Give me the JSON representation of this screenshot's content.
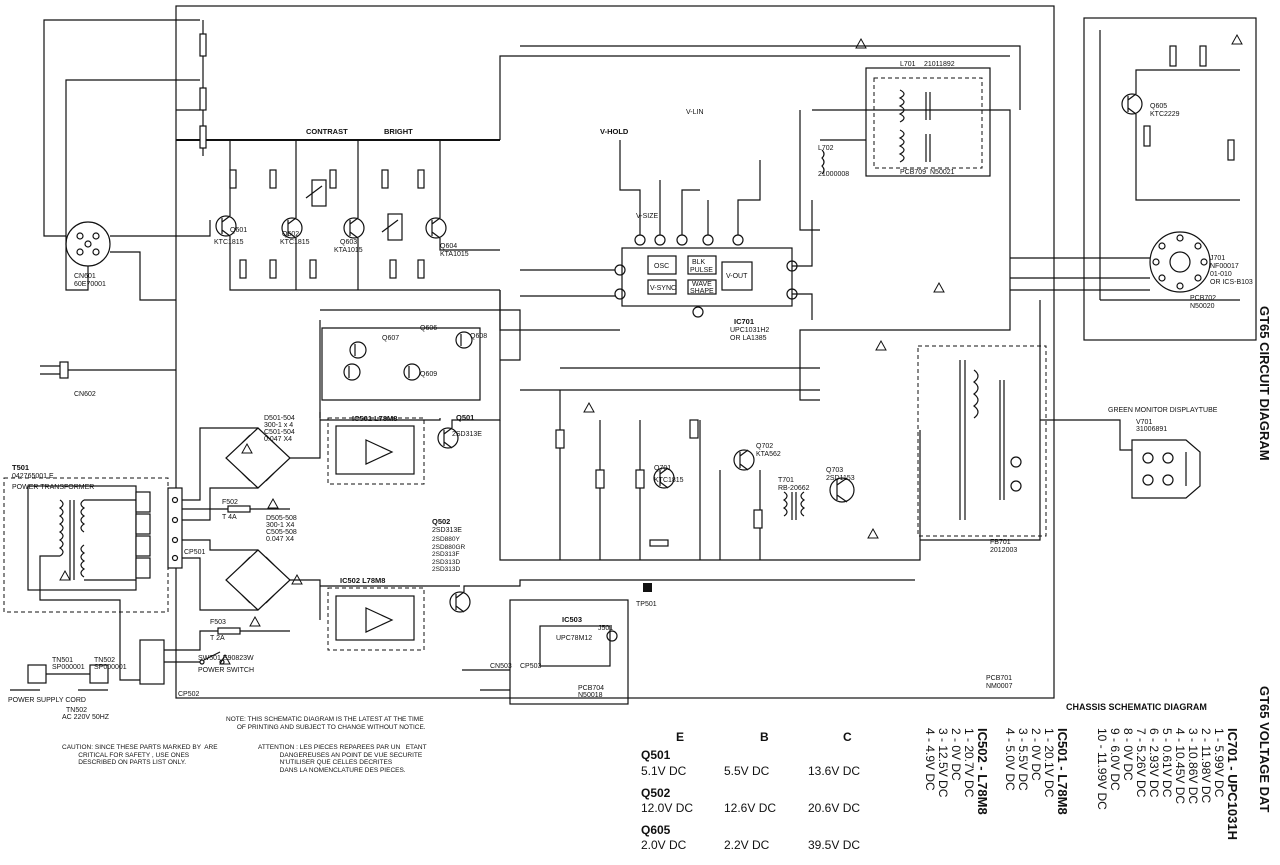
{
  "titles": {
    "circuit": "GT65 CIRCUIT DIAGRAM",
    "voltage": "GT65 VOLTAGE DAT",
    "chassis": "CHASSIS SCHEMATIC DIAGRAM"
  },
  "notes": {
    "note": "NOTE: THIS SCHEMATIC DIAGRAM IS THE LATEST AT THE TIME\n      OF PRINTING AND SUBJECT TO CHANGE WITHOUT NOTICE.",
    "caution": "CAUTION: SINCE THESE PARTS MARKED BY  ARE\n         CRITICAL FOR SAFETY , USE ONES\n         DESCRIBED ON PARTS LIST ONLY.",
    "attention": "ATTENTION : LES PIECES REPAREES PAR UN   ETANT\n            DANGEREUSES AN POINT DE VUE SECURITE\n            N'UTILISER QUE CELLES DECRITES\n            DANS LA NOMENCLATURE DES PIECES."
  },
  "components": {
    "t501": "T501",
    "t501_part": "042765001 E",
    "transformer": "POWER TRANSFORMER",
    "cn501": "TN501",
    "cn501_part": "SP000001",
    "cn502": "TN502",
    "cn502_part": "SP000001",
    "power_cord": "POWER SUPPLY CORD",
    "power_input": "AC 220V 50HZ",
    "cp501": "CP501",
    "cp502": "CP502",
    "d501": "D501-504",
    "d501_a": "300-1 x 4",
    "c501": "C501-504",
    "c501_a": "0.047 X4",
    "d505": "D505-508",
    "d505_a": "300-1 X4",
    "c505": "C505-508",
    "c505_a": "0.047 X4",
    "f502": "F502",
    "f502_a": "T 4A",
    "f503": "F503",
    "f503_a": "T 2A",
    "sw501": "SW501 E90823W",
    "sw501_a": "POWER SWITCH",
    "ic501": "IC501 L78M8",
    "ic502": "IC502 L78M8",
    "ic503": "IC503",
    "ic503_part": "UPC78M12",
    "q501": "Q501",
    "q501_a": "2SD313E",
    "q502": "Q502",
    "q502_a": "2SD313E",
    "q502_list": "2SD880Y\n2SD880GR\n2SD313F\n2SD313D\n2SD313D",
    "q601": "Q601",
    "q601_a": "KTC1815",
    "q602": "Q602",
    "q602_a": "KTC1815",
    "q603": "Q603",
    "q603_a": "KTA1015",
    "q604": "Q604",
    "q604_a": "KTA1015",
    "q605": "Q605",
    "q605_a": "KTC2229",
    "q606": "Q606",
    "q607": "Q607",
    "q608": "Q608",
    "q609": "Q609",
    "q701": "Q701",
    "q701_a": "KTC1815",
    "q702": "Q702",
    "q702_a": "KTA562",
    "q703": "Q703",
    "q703_a": "2SD1153",
    "ic701": "IC701",
    "ic701_a": "UPC1031H2",
    "ic701_b": "OR LA1385",
    "osc": "OSC",
    "vsync": "V-SYNC",
    "blk": "BLK",
    "pulse": "PULSE",
    "vout": "V-OUT",
    "wave": "WAVE",
    "shape": "SHAPE",
    "contrast": "CONTRAST",
    "bright": "BRIGHT",
    "vhold": "V-HOLD",
    "vsize": "V-SIZE",
    "vlin": "V-LIN",
    "cn601": "CN601",
    "cn601_part": "60E70001",
    "cn602": "CN602",
    "l701": "L701",
    "l701_a": "21011892",
    "l702": "L702",
    "l702_a": "21000008",
    "pcb709": "PCB709",
    "pcb709_a": "N50021",
    "j701": "J701",
    "j701_a": "NF00017",
    "j701_b": "01-010",
    "j701_c": "OR ICS-B103",
    "pcb702": "PCB702",
    "pcb702_a": "N50020",
    "crt_label": "GREEN MONITOR DISPLAYTUBE",
    "v701": "V701",
    "v701_a": "31006891",
    "fb701": "FB701",
    "fb701_a": "2012003",
    "pcb701": "PCB701",
    "pcb701_a": "NM0007",
    "pcb704": "PCB704",
    "pcb704_a": "N50018",
    "tp501": "TP501",
    "cn503": "CN503",
    "cp503": "CP503",
    "j501": "J501",
    "t701": "T701",
    "t701_a": "RB-20662"
  },
  "voltage_table": {
    "headers": [
      "E",
      "B",
      "C"
    ],
    "rows": [
      {
        "name": "Q501",
        "e": "5.1V DC",
        "b": "5.5V DC",
        "c": "13.6V DC"
      },
      {
        "name": "Q502",
        "e": "12.0V DC",
        "b": "12.6V DC",
        "c": "20.6V DC"
      },
      {
        "name": "Q605",
        "e": "2.0V DC",
        "b": "2.2V DC",
        "c": "39.5V DC"
      }
    ]
  },
  "ic_voltages": [
    {
      "title": "IC502 - L78M8",
      "rows": [
        "1 - 20.7V DC",
        "2 - 0V DC",
        "3 - 12.5V DC",
        "4 - 4.9V DC"
      ]
    },
    {
      "title": "IC501 - L78M8",
      "rows": [
        "1 - 20.1V DC",
        "2 - 0V DC",
        "3 - 5.5V DC",
        "4 - 5.0V DC"
      ]
    },
    {
      "title": "IC701 - UPC1031H",
      "rows": [
        "1 - 5.99V DC",
        "2 - 11.98V DC",
        "3 - 10.86V DC",
        "4 - 10.45V DC",
        "5 - 0.61V DC",
        "6 - 2.93V DC",
        "7 - 5.26V DC",
        "8 - 0V DC",
        "9 - 6.0V DC",
        "10 - 11.99V DC"
      ]
    }
  ],
  "warning_icon": "warning-triangle-icon"
}
